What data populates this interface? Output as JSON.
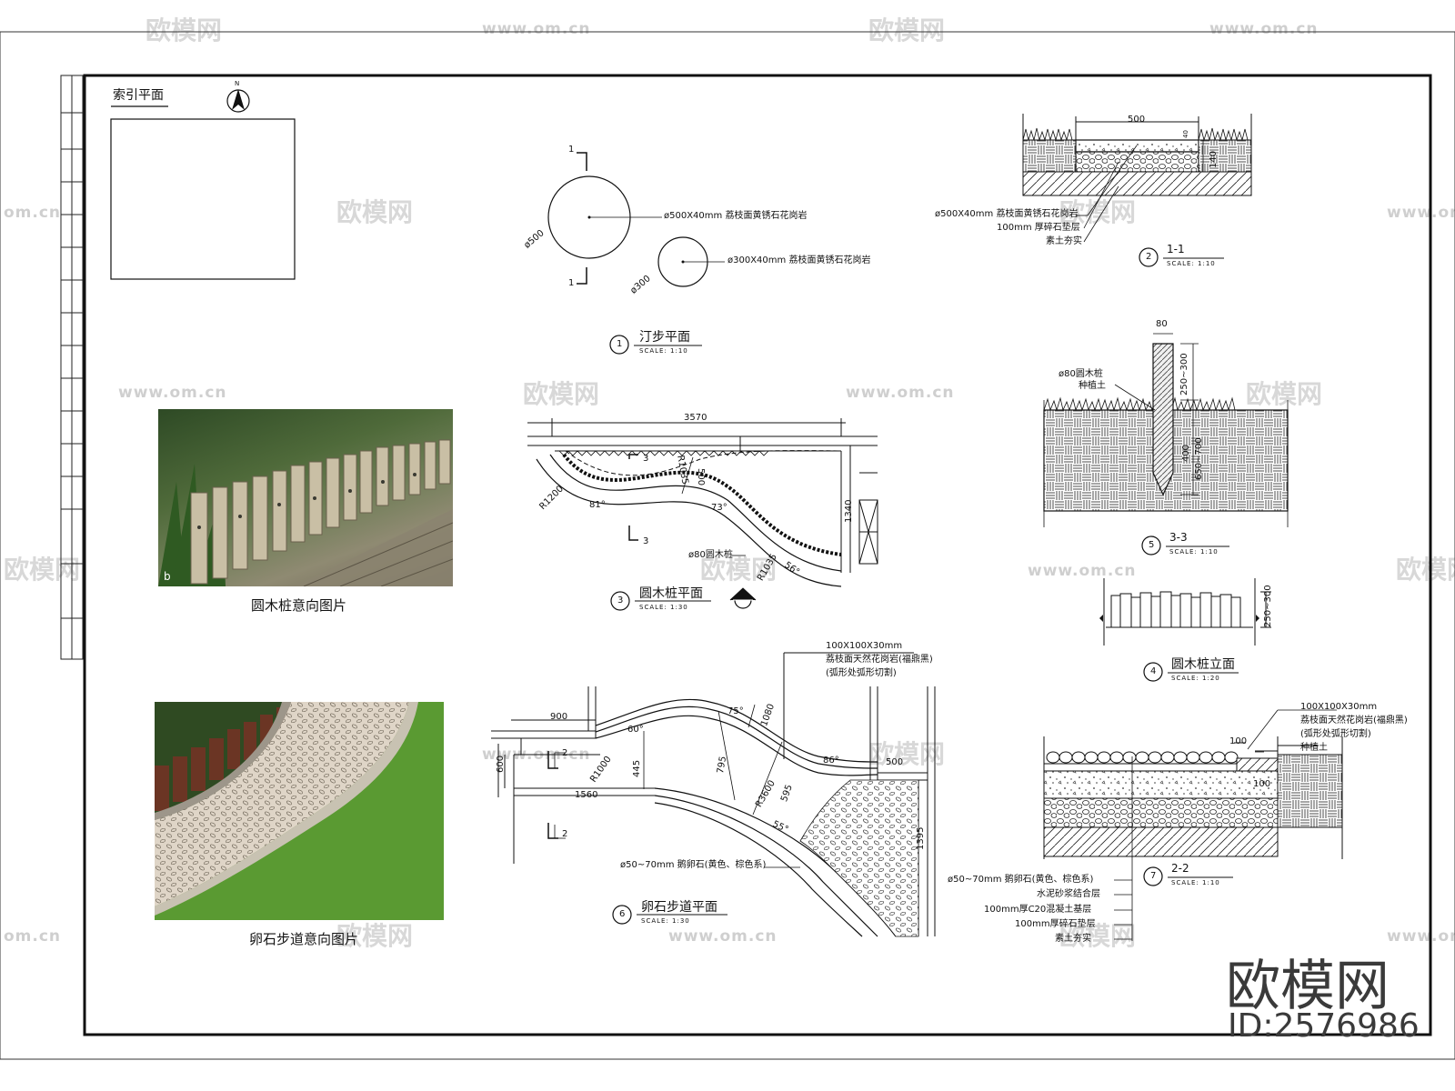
{
  "index_plan": {
    "title": "索引平面",
    "north": "N"
  },
  "photos": [
    {
      "caption": "圆木桩意向图片",
      "tag": "b"
    },
    {
      "caption": "卵石步道意向图片"
    }
  ],
  "detail1": {
    "num": "1",
    "title": "汀步平面",
    "scale": "SCALE: 1:10",
    "section_mark": "1",
    "big_dim": "ø500",
    "small_dim": "ø300",
    "big_note": "ø500X40mm 荔枝面黄锈石花岗岩",
    "small_note": "ø300X40mm 荔枝面黄锈石花岗岩"
  },
  "detail2": {
    "num": "2",
    "title": "1-1",
    "scale": "SCALE: 1:10",
    "dim_top": "500",
    "dim_side": "140",
    "dim_40": "40",
    "notes": [
      "ø500X40mm 荔枝面黄锈石花岗岩",
      "100mm 厚碎石垫层",
      "素土夯实"
    ]
  },
  "detail3": {
    "num": "3",
    "title": "圆木桩平面",
    "scale": "SCALE: 1:30",
    "dim_top": "3570",
    "dim_right": "1340",
    "r1": "R1200",
    "r2": "R1035",
    "r3": "R1035",
    "a1": "81°",
    "a2": "73°",
    "a3": "56°",
    "d500": "500",
    "section_mark": "3",
    "pile_note": "ø80圆木桩",
    "elev_mark": "4"
  },
  "detail4": {
    "num": "4",
    "title": "圆木桩立面",
    "scale": "SCALE: 1:20",
    "dim": "250~300"
  },
  "detail5": {
    "num": "5",
    "title": "3-3",
    "scale": "SCALE: 1:10",
    "dim_top": "80",
    "d1": "250~300",
    "d2": "400",
    "d3": "650~700",
    "notes": [
      "ø80圆木桩",
      "种植土"
    ]
  },
  "detail6": {
    "num": "6",
    "title": "卵石步道平面",
    "scale": "SCALE: 1:30",
    "d900": "900",
    "d600": "600",
    "d1560": "1560",
    "d445": "445",
    "d795": "795",
    "d595": "595",
    "d1080": "1080",
    "d500": "500",
    "d1395": "1395",
    "r1000": "R1000",
    "r3600": "R3600",
    "a60": "60°",
    "a75": "75°",
    "a86": "86°",
    "a55": "55°",
    "section_mark": "2",
    "top_note": [
      "100X100X30mm",
      "荔枝面天然花岗岩(福鼎黑)",
      "(弧形处弧形切割)"
    ],
    "pebble_note": "ø50~70mm 鹅卵石(黄色、棕色系)"
  },
  "detail7": {
    "num": "7",
    "title": "2-2",
    "scale": "SCALE: 1:10",
    "d100a": "100",
    "d100b": "100",
    "top_note": [
      "100X100X30mm",
      "荔枝面天然花岗岩(福鼎黑)",
      "(弧形处弧形切割)",
      "种植土"
    ],
    "notes": [
      "ø50~70mm 鹅卵石(黄色、棕色系)",
      "水泥砂浆结合层",
      "100mm厚C20混凝土基层",
      "100mm厚碎石垫层",
      "素土夯实"
    ]
  },
  "watermark": {
    "logo": "欧模网",
    "url": "www.om.cn",
    "short": "om.cn"
  },
  "brand": {
    "name": "欧模网",
    "id": "ID:2576986"
  }
}
